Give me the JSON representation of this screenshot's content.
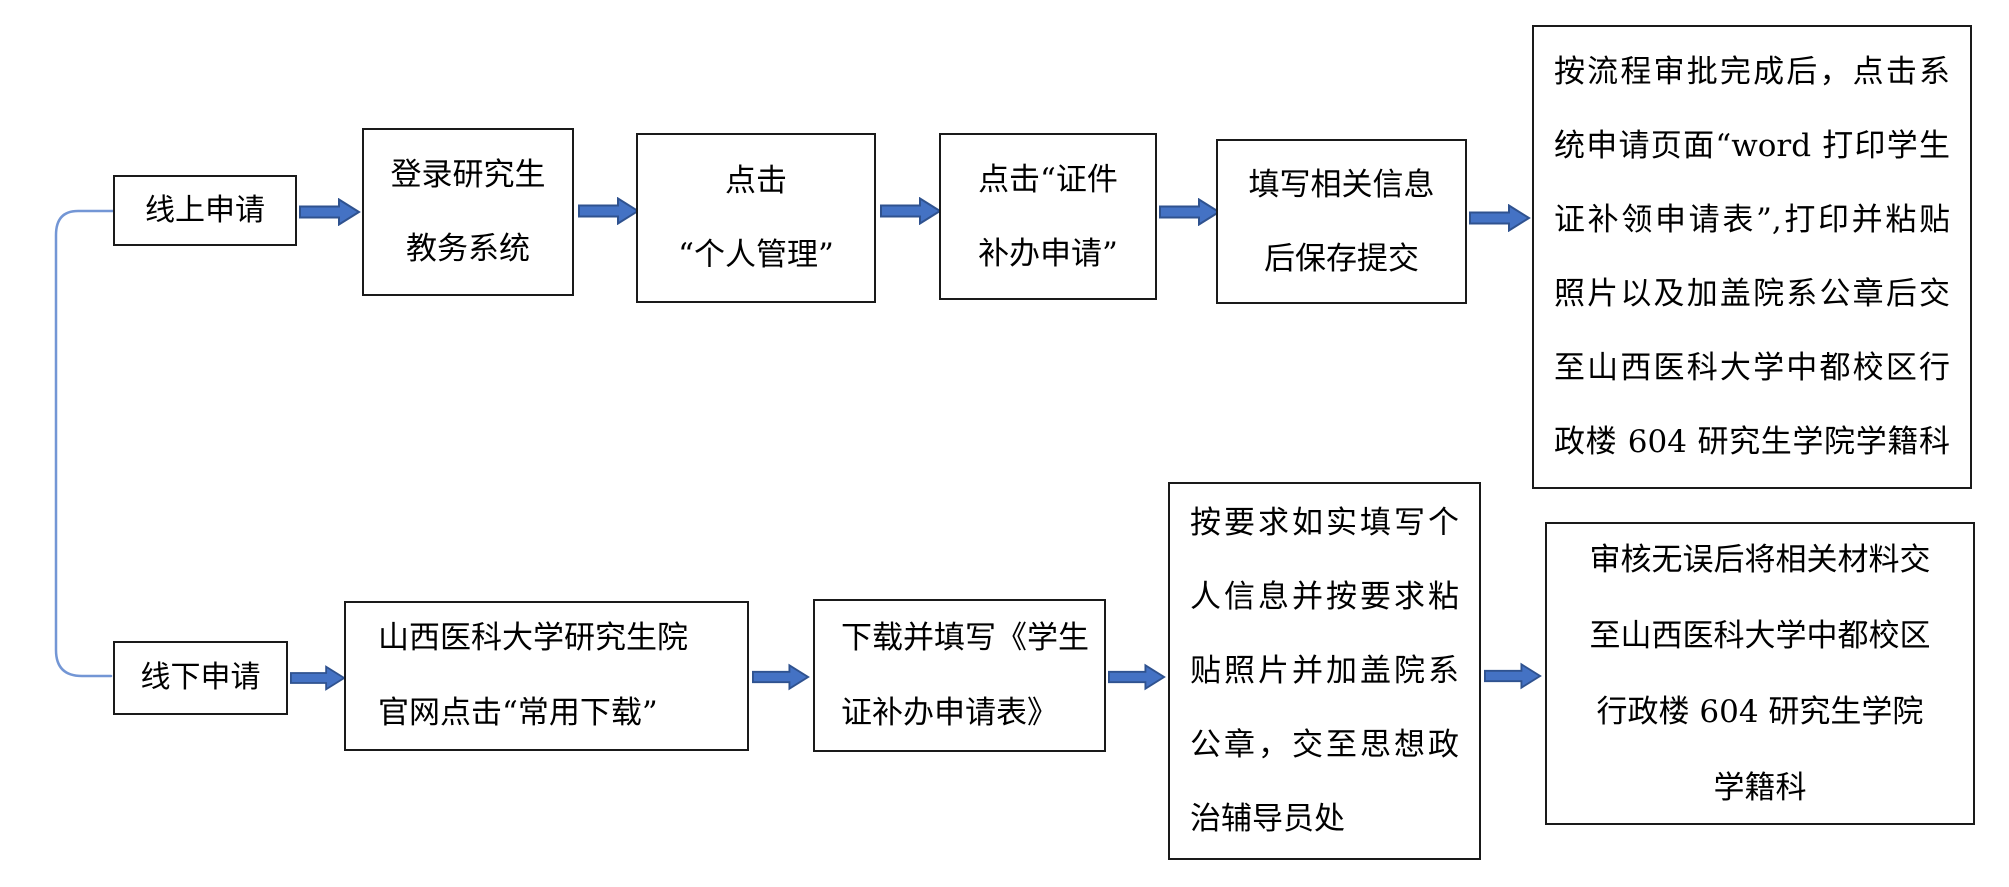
{
  "colors": {
    "arrow_fill": "#4472C4",
    "arrow_stroke": "#2F528F",
    "bracket_line": "#7396D5",
    "box_border": "#1a1a1a"
  },
  "online": {
    "label": "线上申请",
    "steps": [
      {
        "lines": [
          "登录研究生",
          "教务系统"
        ]
      },
      {
        "lines": [
          "点击",
          "“个人管理”"
        ]
      },
      {
        "lines": [
          "点击“证件",
          "补办申请”"
        ]
      },
      {
        "lines": [
          "填写相关信息",
          "后保存提交"
        ]
      },
      {
        "lines": [
          "按流程审批完成后，点击系",
          "统申请页面“word 打印学生",
          "证补领申请表”,打印并粘贴",
          "照片以及加盖院系公章后交",
          "至山西医科大学中都校区行",
          "政楼 604 研究生学院学籍科"
        ]
      }
    ]
  },
  "offline": {
    "label": "线下申请",
    "steps": [
      {
        "lines": [
          "山西医科大学研究生院",
          "官网点击“常用下载”"
        ]
      },
      {
        "lines": [
          "下载并填写《学生",
          "证补办申请表》"
        ]
      },
      {
        "lines": [
          "按要求如实填写个",
          "人信息并按要求粘",
          "贴照片并加盖院系",
          "公章，交至思想政",
          "治辅导员处"
        ]
      },
      {
        "lines": [
          "审核无误后将相关材料交",
          "至山西医科大学中都校区",
          "行政楼 604 研究生学院",
          "学籍科"
        ]
      }
    ]
  }
}
